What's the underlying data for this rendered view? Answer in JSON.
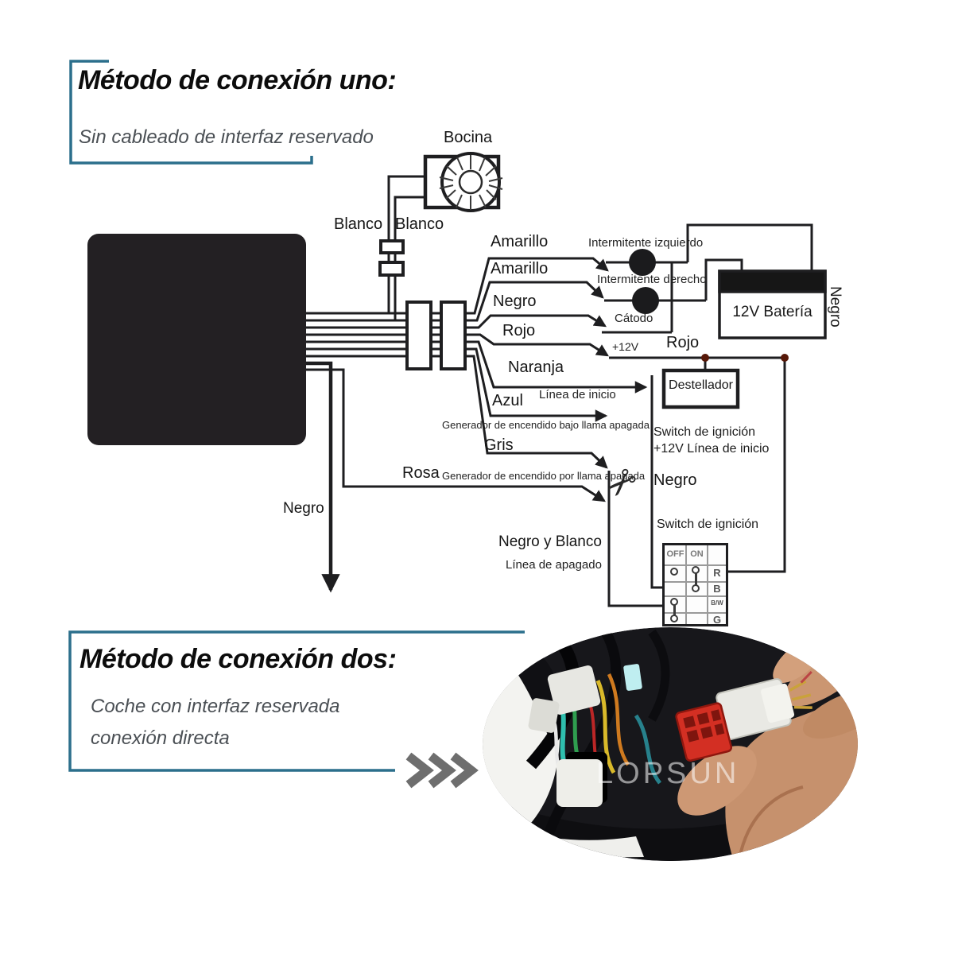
{
  "colors": {
    "accent_teal": "#2b6f8c",
    "diagram_line": "#1e1e20",
    "subtitle_gray": "#4a4f54",
    "junction_dot": "#571808",
    "chevron_gray": "#6e6e6e",
    "red_connector": "#d32f23"
  },
  "method_one": {
    "title": "Método de conexión uno:",
    "subtitle": "Sin cableado de interfaz reservado"
  },
  "method_two": {
    "title": "Método de conexión dos:",
    "subtitle_line1": "Coche con interfaz reservada",
    "subtitle_line2": "conexión directa"
  },
  "photo": {
    "watermark": "LOPSUN"
  },
  "diagram": {
    "horn_label": "Bocina",
    "blanco_left": "Blanco",
    "blanco_right": "Blanco",
    "wires": {
      "amarillo1": "Amarillo",
      "amarillo2": "Amarillo",
      "negro": "Negro",
      "rojo": "Rojo",
      "naranja": "Naranja",
      "azul": "Azul",
      "gris": "Gris",
      "rosa": "Rosa",
      "negro_ground": "Negro"
    },
    "annotations": {
      "intermitente_izquierdo": "Intermitente izquierdo",
      "intermitente_derecho": "Intermitente derecho",
      "catodo": "Cátodo",
      "plus12v": "+12V",
      "rojo_big": "Rojo",
      "bateria": "12V Batería",
      "negro_bateria": "Negro",
      "destellador": "Destellador",
      "linea_inicio": "Línea de inicio",
      "gen_bajo": "Generador de encendido bajo llama apagada",
      "gen_por": "Generador de encendido por llama apagada",
      "switch_12v_line1": "Switch de ignición",
      "switch_12v_line2": "+12V Línea de inicio",
      "negro_switch": "Negro",
      "switch_ignicion": "Switch de ignición",
      "negro_blanco": "Negro y Blanco",
      "linea_apagado": "Línea de apagado"
    },
    "switch_table": {
      "headers": [
        "OFF",
        "ON",
        ""
      ],
      "rows": [
        {
          "wire": "R"
        },
        {
          "wire": "B"
        },
        {
          "wire": "B/W"
        },
        {
          "wire": "G"
        }
      ]
    }
  }
}
